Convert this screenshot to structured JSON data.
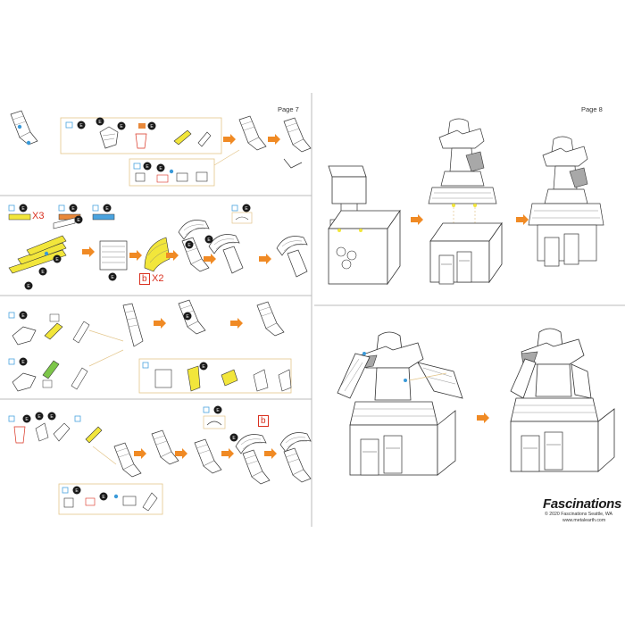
{
  "pages": {
    "left": "Page 7",
    "right": "Page 8"
  },
  "step_labels": {
    "b_tag_1": "b",
    "b_mult": "X2",
    "x3": "X3",
    "b_tag_2": "b"
  },
  "footer": {
    "brand": "Fascinations",
    "copyright": "© 2020 Fascinations Seattle, WA",
    "url": "www.metalearth.com"
  },
  "colors": {
    "arrow": "#f08a24",
    "callout_line": "#e3c58a",
    "yellow_part": "#f2e63b",
    "orange_part": "#e8883a",
    "blue_part": "#4aa3df",
    "badge": "#1a1a1a",
    "accent_red": "#d9301f"
  }
}
